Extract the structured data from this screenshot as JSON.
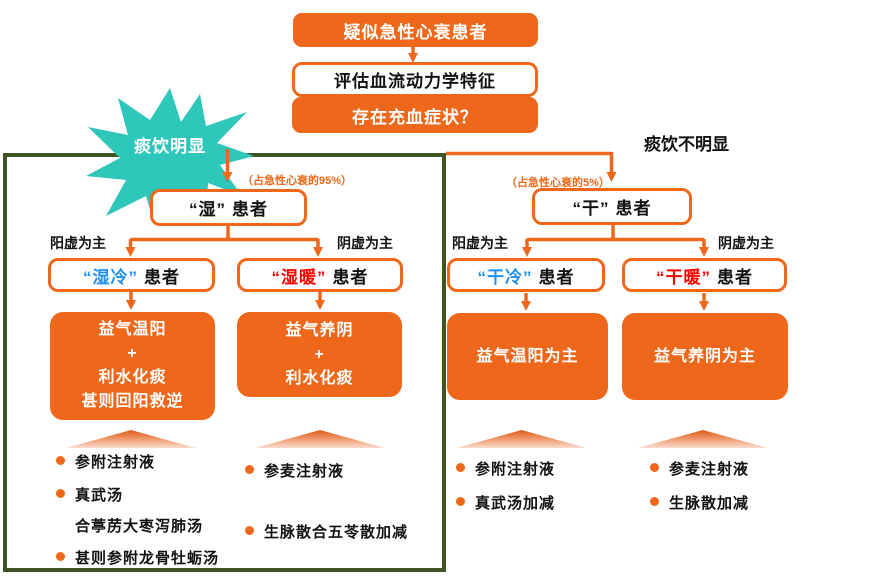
{
  "colors": {
    "orange": "#EE671A",
    "teal": "#2EC7B9",
    "green_border": "#3F5323",
    "cold_blue": "#1E90F0",
    "warm_red": "#FF0000"
  },
  "header": {
    "suspect": "疑似急性心衰患者",
    "assess": "评估血流动力学特征",
    "question": "存在充血症状？"
  },
  "flags": {
    "left": "痰饮明显",
    "right": "痰饮不明显"
  },
  "percents": {
    "wet": "（占急性心衰的95%）",
    "dry": "（占急性心衰的5%）"
  },
  "patients": {
    "wet": {
      "quoted": "“湿”",
      "rest": "患者"
    },
    "dry": {
      "quoted": "“干”",
      "rest": "患者"
    }
  },
  "sublabels": {
    "yang": "阳虚为主",
    "yin": "阴虚为主"
  },
  "branches": [
    {
      "name": "wet-cold",
      "quoted": "“湿冷”",
      "rest": "患者",
      "treatment": [
        "益气温阳",
        "+",
        "利水化痰",
        "甚则回阳救逆"
      ],
      "drugs": [
        {
          "text": "参附注射液",
          "bullet": true
        },
        {
          "text": "真武汤",
          "bullet": true
        },
        {
          "text": "合葶苈大枣泻肺汤",
          "bullet": false
        },
        {
          "text": "甚则参附龙骨牡蛎汤",
          "bullet": true
        }
      ]
    },
    {
      "name": "wet-warm",
      "quoted": "“湿暖”",
      "rest": "患者",
      "treatment": [
        "益气养阴",
        "+",
        "利水化痰"
      ],
      "drugs": [
        {
          "text": "参麦注射液",
          "bullet": true
        },
        {
          "text": "生脉散合五苓散加减",
          "bullet": true
        }
      ]
    },
    {
      "name": "dry-cold",
      "quoted": "“干冷”",
      "rest": "患者",
      "treatment": [
        "益气温阳为主"
      ],
      "drugs": [
        {
          "text": "参附注射液",
          "bullet": true
        },
        {
          "text": "真武汤加减",
          "bullet": true
        }
      ]
    },
    {
      "name": "dry-warm",
      "quoted": "“干暖”",
      "rest": "患者",
      "treatment": [
        "益气养阴为主"
      ],
      "drugs": [
        {
          "text": "参麦注射液",
          "bullet": true
        },
        {
          "text": "生脉散加减",
          "bullet": true
        }
      ]
    }
  ]
}
